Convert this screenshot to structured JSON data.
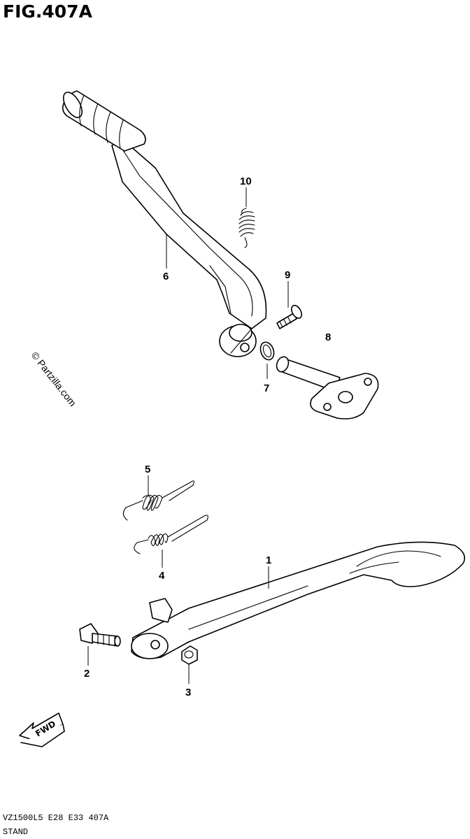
{
  "figure": {
    "title": "FIG.407A"
  },
  "watermark": "© Partzilla.com",
  "callouts": [
    "1",
    "2",
    "3",
    "4",
    "5",
    "6",
    "7",
    "8",
    "9",
    "10"
  ],
  "fwd_label": "FWD",
  "footer": {
    "model_line": "VZ1500L5 E28 E33 407A",
    "section_name": "STAND"
  }
}
